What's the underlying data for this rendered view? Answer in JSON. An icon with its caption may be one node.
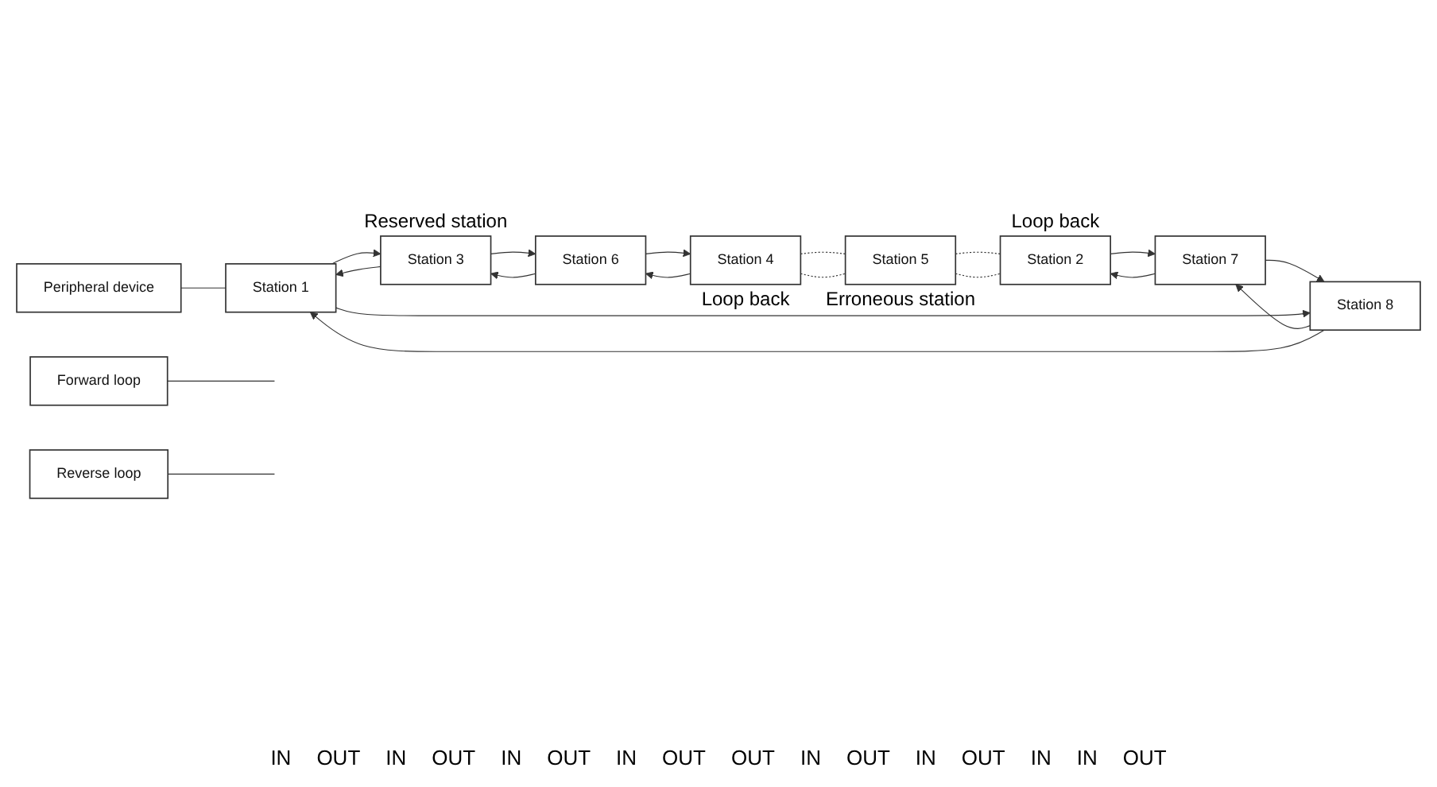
{
  "diagram": {
    "nodes": [
      {
        "text": [
          "Peripheral device"
        ]
      },
      {
        "text": [
          "Station 1"
        ]
      },
      {
        "text": [
          "Station 3"
        ],
        "beside": [
          "Reserved station"
        ]
      },
      {
        "text": [
          "Station 6"
        ]
      },
      {
        "text": [
          "Station 4"
        ],
        "beside": [
          "Loop back"
        ]
      },
      {
        "text": [
          "Forward loop"
        ]
      },
      {
        "text": [
          "Reverse loop"
        ]
      },
      {
        "text": [
          "Station 8"
        ]
      },
      {
        "text": [
          "Station 7"
        ]
      },
      {
        "text": [
          "Station 2"
        ],
        "beside": [
          "Loop back"
        ]
      },
      {
        "text": [
          "Station 5"
        ],
        "beside": [
          "Erroneous station"
        ]
      }
    ],
    "edges": [
      {
        "from": 0,
        "to": 1,
        "arrow": "none"
      },
      {
        "from": 1,
        "to": 2,
        "arrow": "to"
      },
      {
        "from": 2,
        "to": 1,
        "arrow": "to"
      },
      {
        "from": 2,
        "to": 3,
        "arrow": "to"
      },
      {
        "from": 3,
        "to": 2,
        "arrow": "to"
      },
      {
        "from": 3,
        "to": 4,
        "arrow": "to"
      },
      {
        "from": 4,
        "to": 3,
        "arrow": "to"
      },
      {
        "from": 4,
        "to": 10,
        "arrow": "none",
        "style": "dashed"
      },
      {
        "from": 4,
        "to": 10,
        "arrow": "none",
        "style": "dashed"
      },
      {
        "from": 10,
        "to": 9,
        "arrow": "none",
        "style": "dashed"
      },
      {
        "from": 10,
        "to": 9,
        "arrow": "none",
        "style": "dashed"
      },
      {
        "from": 9,
        "to": 8,
        "arrow": "to"
      },
      {
        "from": 8,
        "to": 9,
        "arrow": "to"
      },
      {
        "from": 8,
        "to": 7,
        "arrow": "to"
      },
      {
        "from": 7,
        "to": 8,
        "arrow": "to"
      },
      {
        "from": 7,
        "to": 1,
        "arrow": "to"
      },
      {
        "from": 1,
        "to": 7,
        "arrow": "to"
      },
      {
        "from": 5,
        "to": null,
        "arrow": "none"
      },
      {
        "from": 6,
        "to": null,
        "arrow": "none"
      }
    ],
    "labels": [
      "IN",
      "OUT",
      "IN",
      "OUT",
      "IN",
      "OUT",
      "IN",
      "OUT",
      "OUT",
      "IN",
      "OUT",
      "IN",
      "OUT",
      "IN",
      "IN",
      "OUT"
    ]
  }
}
